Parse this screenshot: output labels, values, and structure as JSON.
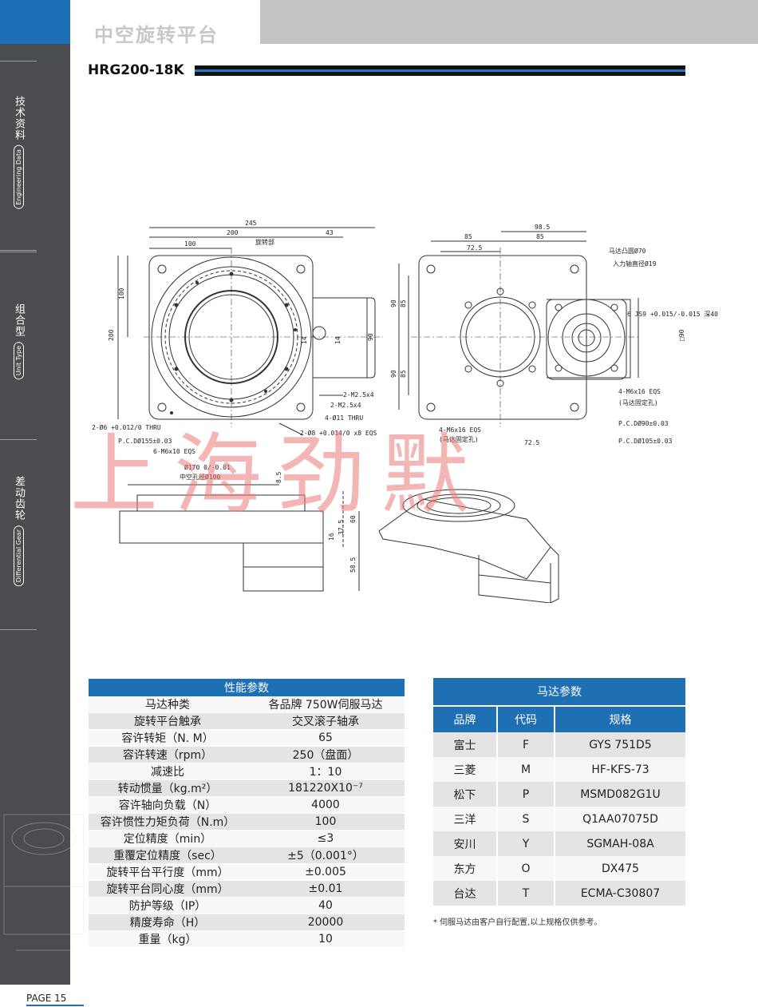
{
  "header": {
    "title": "中空旋转平台",
    "model": "HRG200-18K"
  },
  "sidebar": {
    "sections": [
      {
        "cn": "技术资料",
        "en": "Engineering Data"
      },
      {
        "cn": "组合型",
        "en": "Unit Type"
      },
      {
        "cn": "差动齿轮",
        "en": "Differential Gear"
      }
    ]
  },
  "drawing": {
    "top_dims": [
      "245",
      "200",
      "100",
      "43",
      "旋转部"
    ],
    "left_dims": [
      "100",
      "200"
    ],
    "right_dims": [
      "14",
      "14",
      "90"
    ],
    "callouts": [
      "2-M2.5x4",
      "2-M2.5x4",
      "4-Ø11 THRU",
      "2-Ø8 +0.014/0 x8 EQS",
      "2-Ø6 +0.012/0 THRU",
      "P.C.DØ155±0.03",
      "6-M6x10 EQS"
    ],
    "side_dims": [
      "Ø170 0/-0.01",
      "中空孔径Ø100",
      "8.5",
      "37.5",
      "60",
      "16",
      "58.5"
    ],
    "motor_view": {
      "top_dims": [
        "98.5",
        "85",
        "85",
        "72.5"
      ],
      "left_dims": [
        "90",
        "85",
        "90",
        "85"
      ],
      "callouts": [
        "马达凸圆Ø70",
        "入力轴直径Ø19",
        "6 JS9 +0.015/-0.015 深40",
        "□90",
        "4-M6x16 EQS",
        "(马达固定孔)",
        "P.C.DØ90±0.03",
        "P.C.DØ105±0.03",
        "4-M6x16 EQS",
        "(马达固定孔)",
        "72.5"
      ]
    }
  },
  "watermark": "上海劲默",
  "performance": {
    "title": "性能参数",
    "rows": [
      [
        "马达种类",
        "各品牌 750W伺服马达"
      ],
      [
        "旋转平台触承",
        "交叉滚子轴承"
      ],
      [
        "容许转矩（N. M）",
        "65"
      ],
      [
        "容许转速（rpm）",
        "250（盘面）"
      ],
      [
        "减速比",
        "1：10"
      ],
      [
        "转动惯量（kg.m²）",
        "181220X10⁻⁷"
      ],
      [
        "容许轴向负载（N）",
        "4000"
      ],
      [
        "容许惯性力矩负荷（N.m）",
        "100"
      ],
      [
        "定位精度（min）",
        "≤3"
      ],
      [
        "重覆定位精度（sec）",
        "±5（0.001°）"
      ],
      [
        "旋转平台平行度（mm）",
        "±0.005"
      ],
      [
        "旋转平台同心度（mm）",
        "±0.01"
      ],
      [
        "防护等级（IP）",
        "40"
      ],
      [
        "精度寿命（H）",
        "20000"
      ],
      [
        "重量（kg）",
        "10"
      ]
    ]
  },
  "motor_params": {
    "title": "马达参数",
    "headers": [
      "品牌",
      "代码",
      "规格"
    ],
    "rows": [
      [
        "富士",
        "F",
        "GYS 751D5"
      ],
      [
        "三菱",
        "M",
        "HF-KFS-73"
      ],
      [
        "松下",
        "P",
        "MSMD082G1U"
      ],
      [
        "三洋",
        "S",
        "Q1AA07075D"
      ],
      [
        "安川",
        "Y",
        "SGMAH-08A"
      ],
      [
        "东方",
        "O",
        "DX475"
      ],
      [
        "台达",
        "T",
        "ECMA-C30807"
      ]
    ]
  },
  "note": "* 伺服马达由客户自行配置,以上规格仅供参考。",
  "page": "PAGE 15",
  "colors": {
    "accent": "#1f6fb5",
    "sidebar": "#4a4c4f",
    "header_grey": "#c3c3c3",
    "watermark": "#eb7878"
  }
}
